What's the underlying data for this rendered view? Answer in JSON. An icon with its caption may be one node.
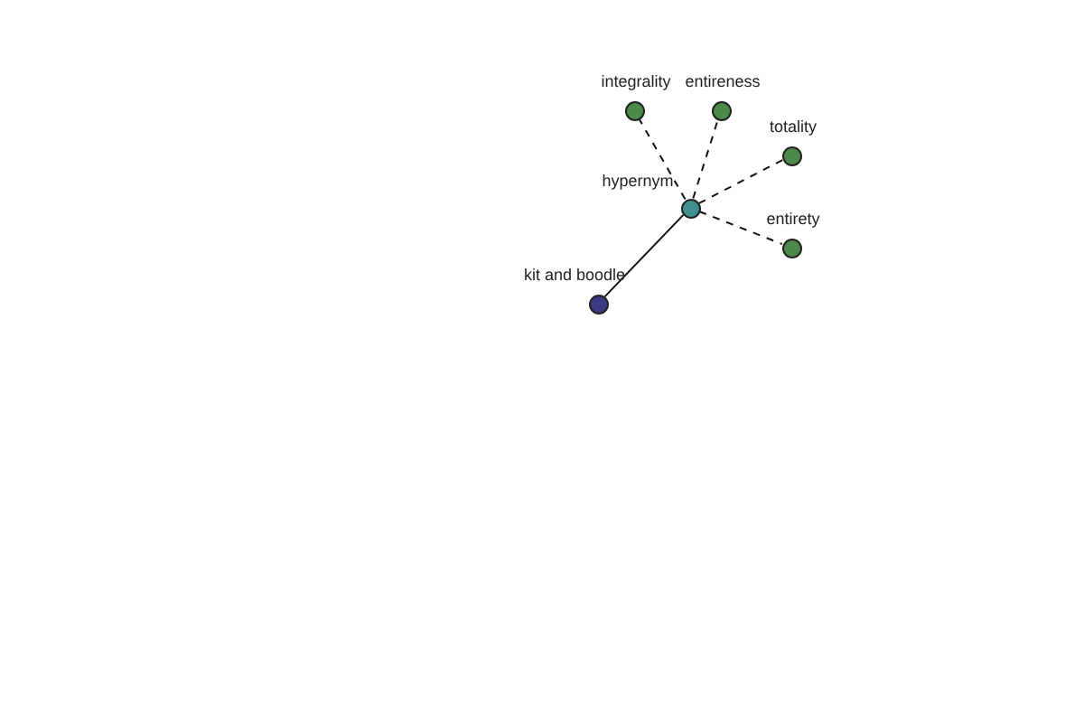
{
  "diagram": {
    "nodes": [
      {
        "text": [
          "integrality"
        ]
      },
      {
        "text": [
          "entireness"
        ]
      },
      {
        "text": [
          "totality"
        ]
      },
      {
        "text": [
          "hypernym"
        ]
      },
      {
        "text": [
          "entirety"
        ]
      },
      {
        "text": [
          "kit and boodle"
        ]
      }
    ],
    "edges": [
      {
        "from": 3,
        "to": 0,
        "arrow": "none",
        "style": "dashed"
      },
      {
        "from": 3,
        "to": 1,
        "arrow": "none",
        "style": "dashed"
      },
      {
        "from": 3,
        "to": 2,
        "arrow": "none",
        "style": "dashed"
      },
      {
        "from": 3,
        "to": 4,
        "arrow": "none",
        "style": "dashed"
      },
      {
        "from": 3,
        "to": 5,
        "arrow": "none"
      }
    ]
  }
}
